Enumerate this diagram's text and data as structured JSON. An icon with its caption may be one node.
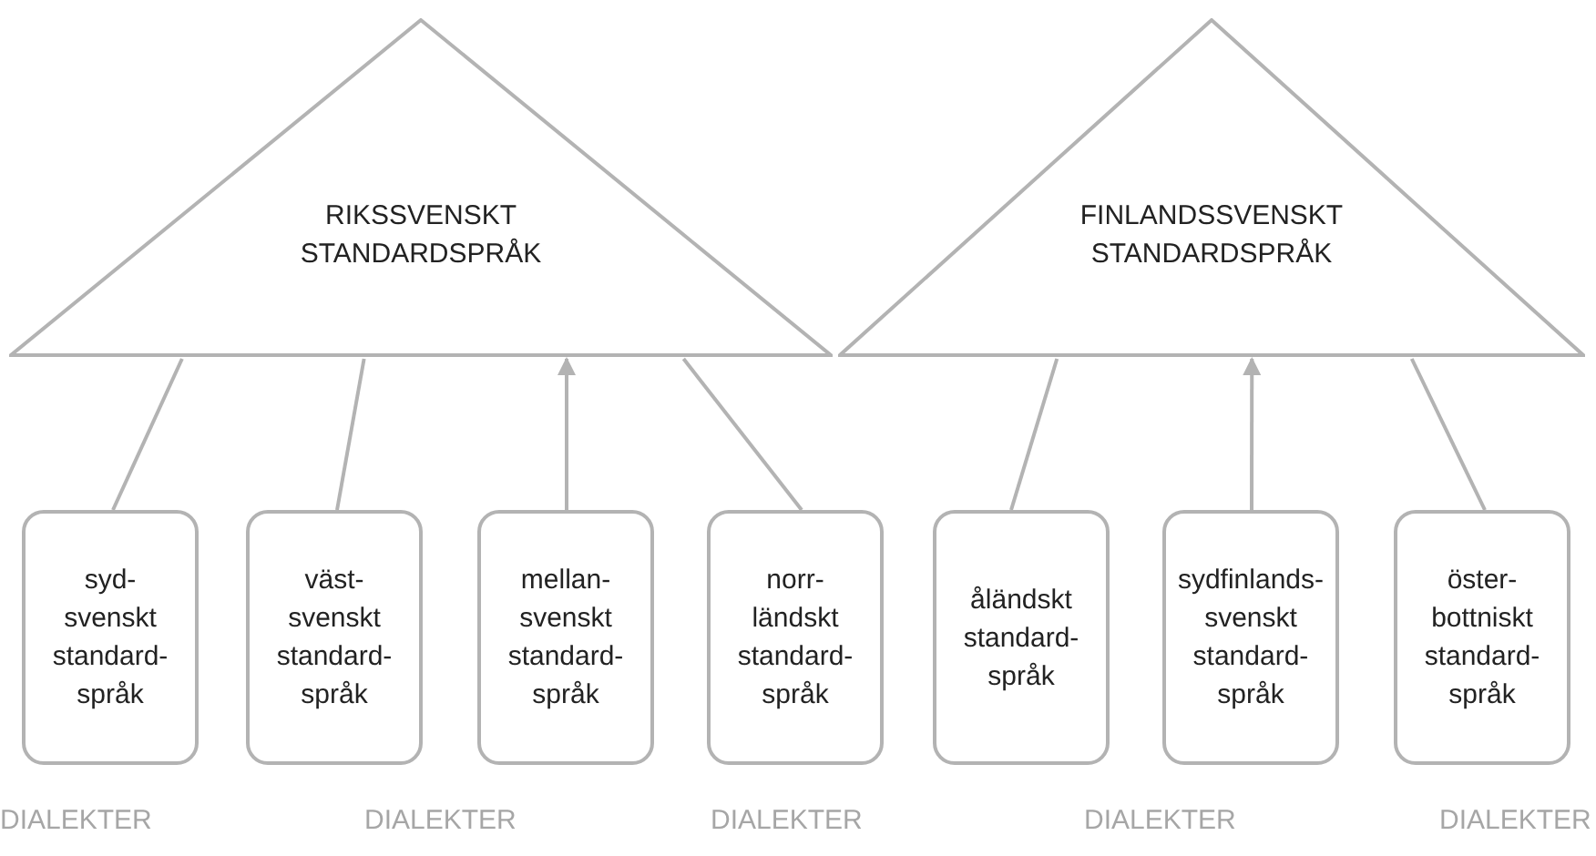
{
  "diagram": {
    "nodes": [
      {
        "text": [
          "RIKSSVENSKT STANDARDSPRÅK"
        ]
      },
      {
        "text": [
          "FINLANDSSVENSKT STANDARDSPRÅK"
        ]
      },
      {
        "text": [
          "syd- svenskt standard- språk"
        ]
      },
      {
        "text": [
          "väst- svenskt standard- språk"
        ]
      },
      {
        "text": [
          "mellan- svenskt standard- språk"
        ]
      },
      {
        "text": [
          "norr- ländskt standard- språk"
        ]
      },
      {
        "text": [
          "åländskt standard- språk"
        ]
      },
      {
        "text": [
          "sydfinlands- svenskt standard- språk"
        ]
      },
      {
        "text": [
          "öster- bottniskt standard- språk"
        ]
      }
    ],
    "edges": [
      {
        "from": 2,
        "to": 0,
        "arrow": "none"
      },
      {
        "from": 3,
        "to": 0,
        "arrow": "none"
      },
      {
        "from": 4,
        "to": 0,
        "arrow": "to"
      },
      {
        "from": 5,
        "to": 0,
        "arrow": "none"
      },
      {
        "from": 6,
        "to": 1,
        "arrow": "none"
      },
      {
        "from": 7,
        "to": 1,
        "arrow": "to"
      },
      {
        "from": 8,
        "to": 1,
        "arrow": "none"
      }
    ],
    "labels": [
      "DIALEKTER",
      "DIALEKTER",
      "DIALEKTER",
      "DIALEKTER",
      "DIALEKTER"
    ]
  }
}
